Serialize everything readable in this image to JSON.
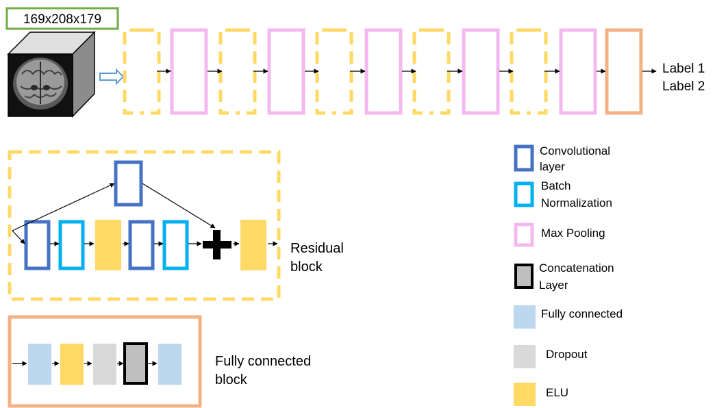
{
  "input": {
    "dims_label": "169x208x179",
    "dims_border_color": "#70ad47"
  },
  "pipeline": {
    "outputs": [
      "Label 1",
      "Label 2"
    ]
  },
  "residual_block": {
    "label_line1": "Residual",
    "label_line2": "block"
  },
  "fc_block": {
    "label_line1": "Fully connected",
    "label_line2": "block"
  },
  "legend": [
    {
      "id": "conv",
      "line1": "Convolutional",
      "line2": "layer",
      "icon": "conv-layer-icon"
    },
    {
      "id": "bn",
      "line1": "Batch",
      "line2": "Normalization",
      "icon": "batch-norm-icon"
    },
    {
      "id": "pool",
      "line1": "Max Pooling",
      "line2": "",
      "icon": "max-pooling-icon"
    },
    {
      "id": "concat",
      "line1": "Concatenation",
      "line2": "Layer",
      "icon": "concatenation-icon"
    },
    {
      "id": "fc",
      "line1": "Fully connected",
      "line2": "",
      "icon": "fully-connected-icon"
    },
    {
      "id": "drop",
      "line1": "Dropout",
      "line2": "",
      "icon": "dropout-icon"
    },
    {
      "id": "elu",
      "line1": "ELU",
      "line2": "",
      "icon": "elu-icon"
    }
  ],
  "colors": {
    "residual_dash": "#ffd966",
    "max_pooling": "#f4b8f0",
    "fc_block_border": "#f4b183",
    "conv_blue": "#4472c4",
    "batch_norm": "#00b0f0",
    "elu_fill": "#ffd966",
    "fc_fill": "#bdd7ee",
    "dropout_fill": "#d9d9d9",
    "concat_fill": "#bfbfbf",
    "input_arrow": "#9dc3e6"
  }
}
